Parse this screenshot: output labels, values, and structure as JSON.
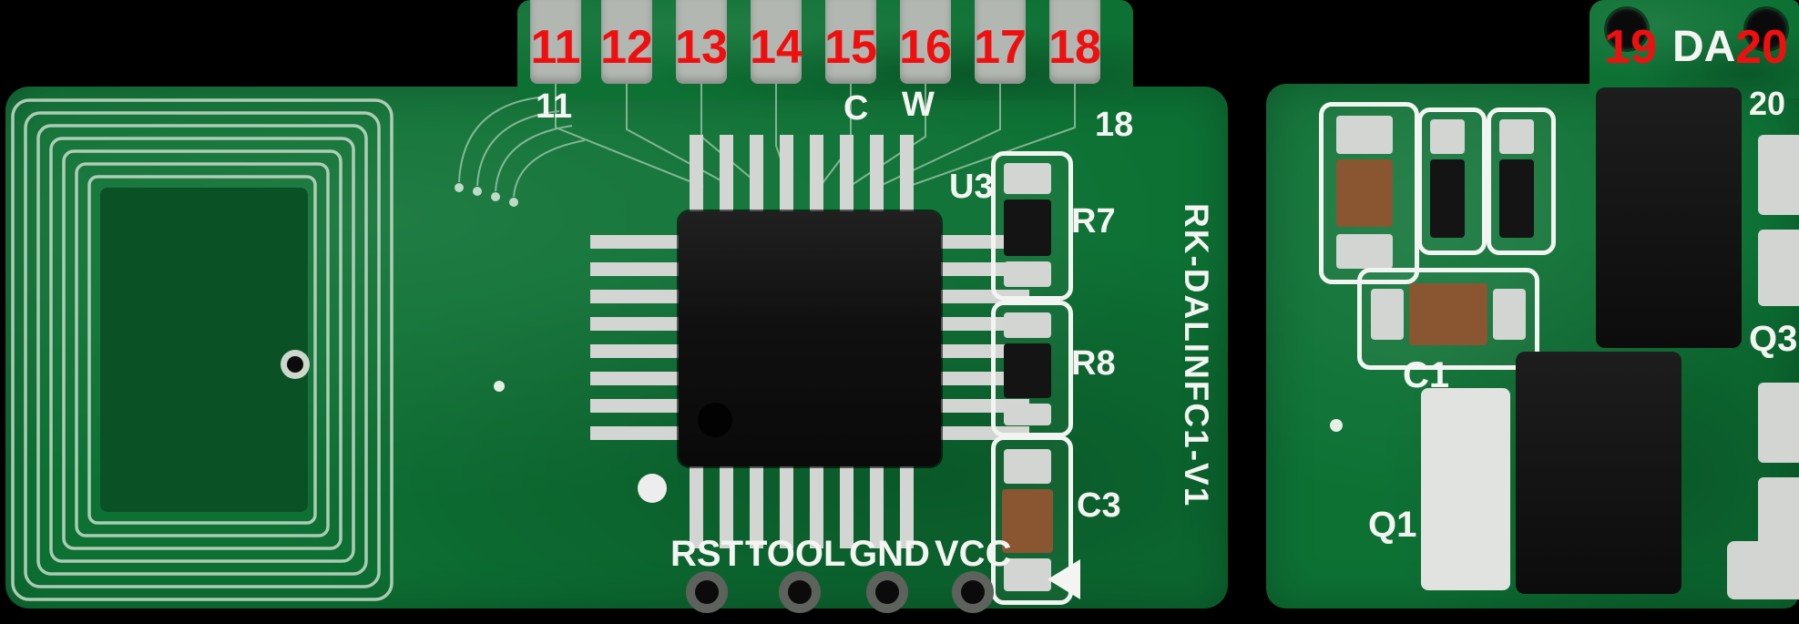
{
  "annotations": {
    "top_pad_numbers": [
      "11",
      "12",
      "13",
      "14",
      "15",
      "16",
      "17",
      "18"
    ],
    "pad_19": "19",
    "pad_20": "20"
  },
  "silkscreen": {
    "board_title": "RK-DALINFC1-V1",
    "pad11_label": "11",
    "pad18_label": "18",
    "label_c": "C",
    "label_w": "W",
    "label_da": "DA",
    "pad20_label": "20",
    "refdes": {
      "u3": "U3",
      "r7": "R7",
      "r8": "R8",
      "c3": "C3",
      "c1": "C1",
      "q1": "Q1",
      "q3": "Q3"
    },
    "pin_labels": [
      "RST",
      "TOOL",
      "GND",
      "VCC"
    ]
  },
  "colors": {
    "background": "#000000",
    "pcb_green": "#0d7134",
    "pcb_green_dark": "#0a5226",
    "silkscreen_white": "#f4f5f2",
    "annotation_red": "#ef0f0f",
    "pad_gray": "#b2b7b1",
    "pin_silver": "#d2d5d1",
    "ic_black": "#161616",
    "capacitor_brown": "#8a5531"
  }
}
